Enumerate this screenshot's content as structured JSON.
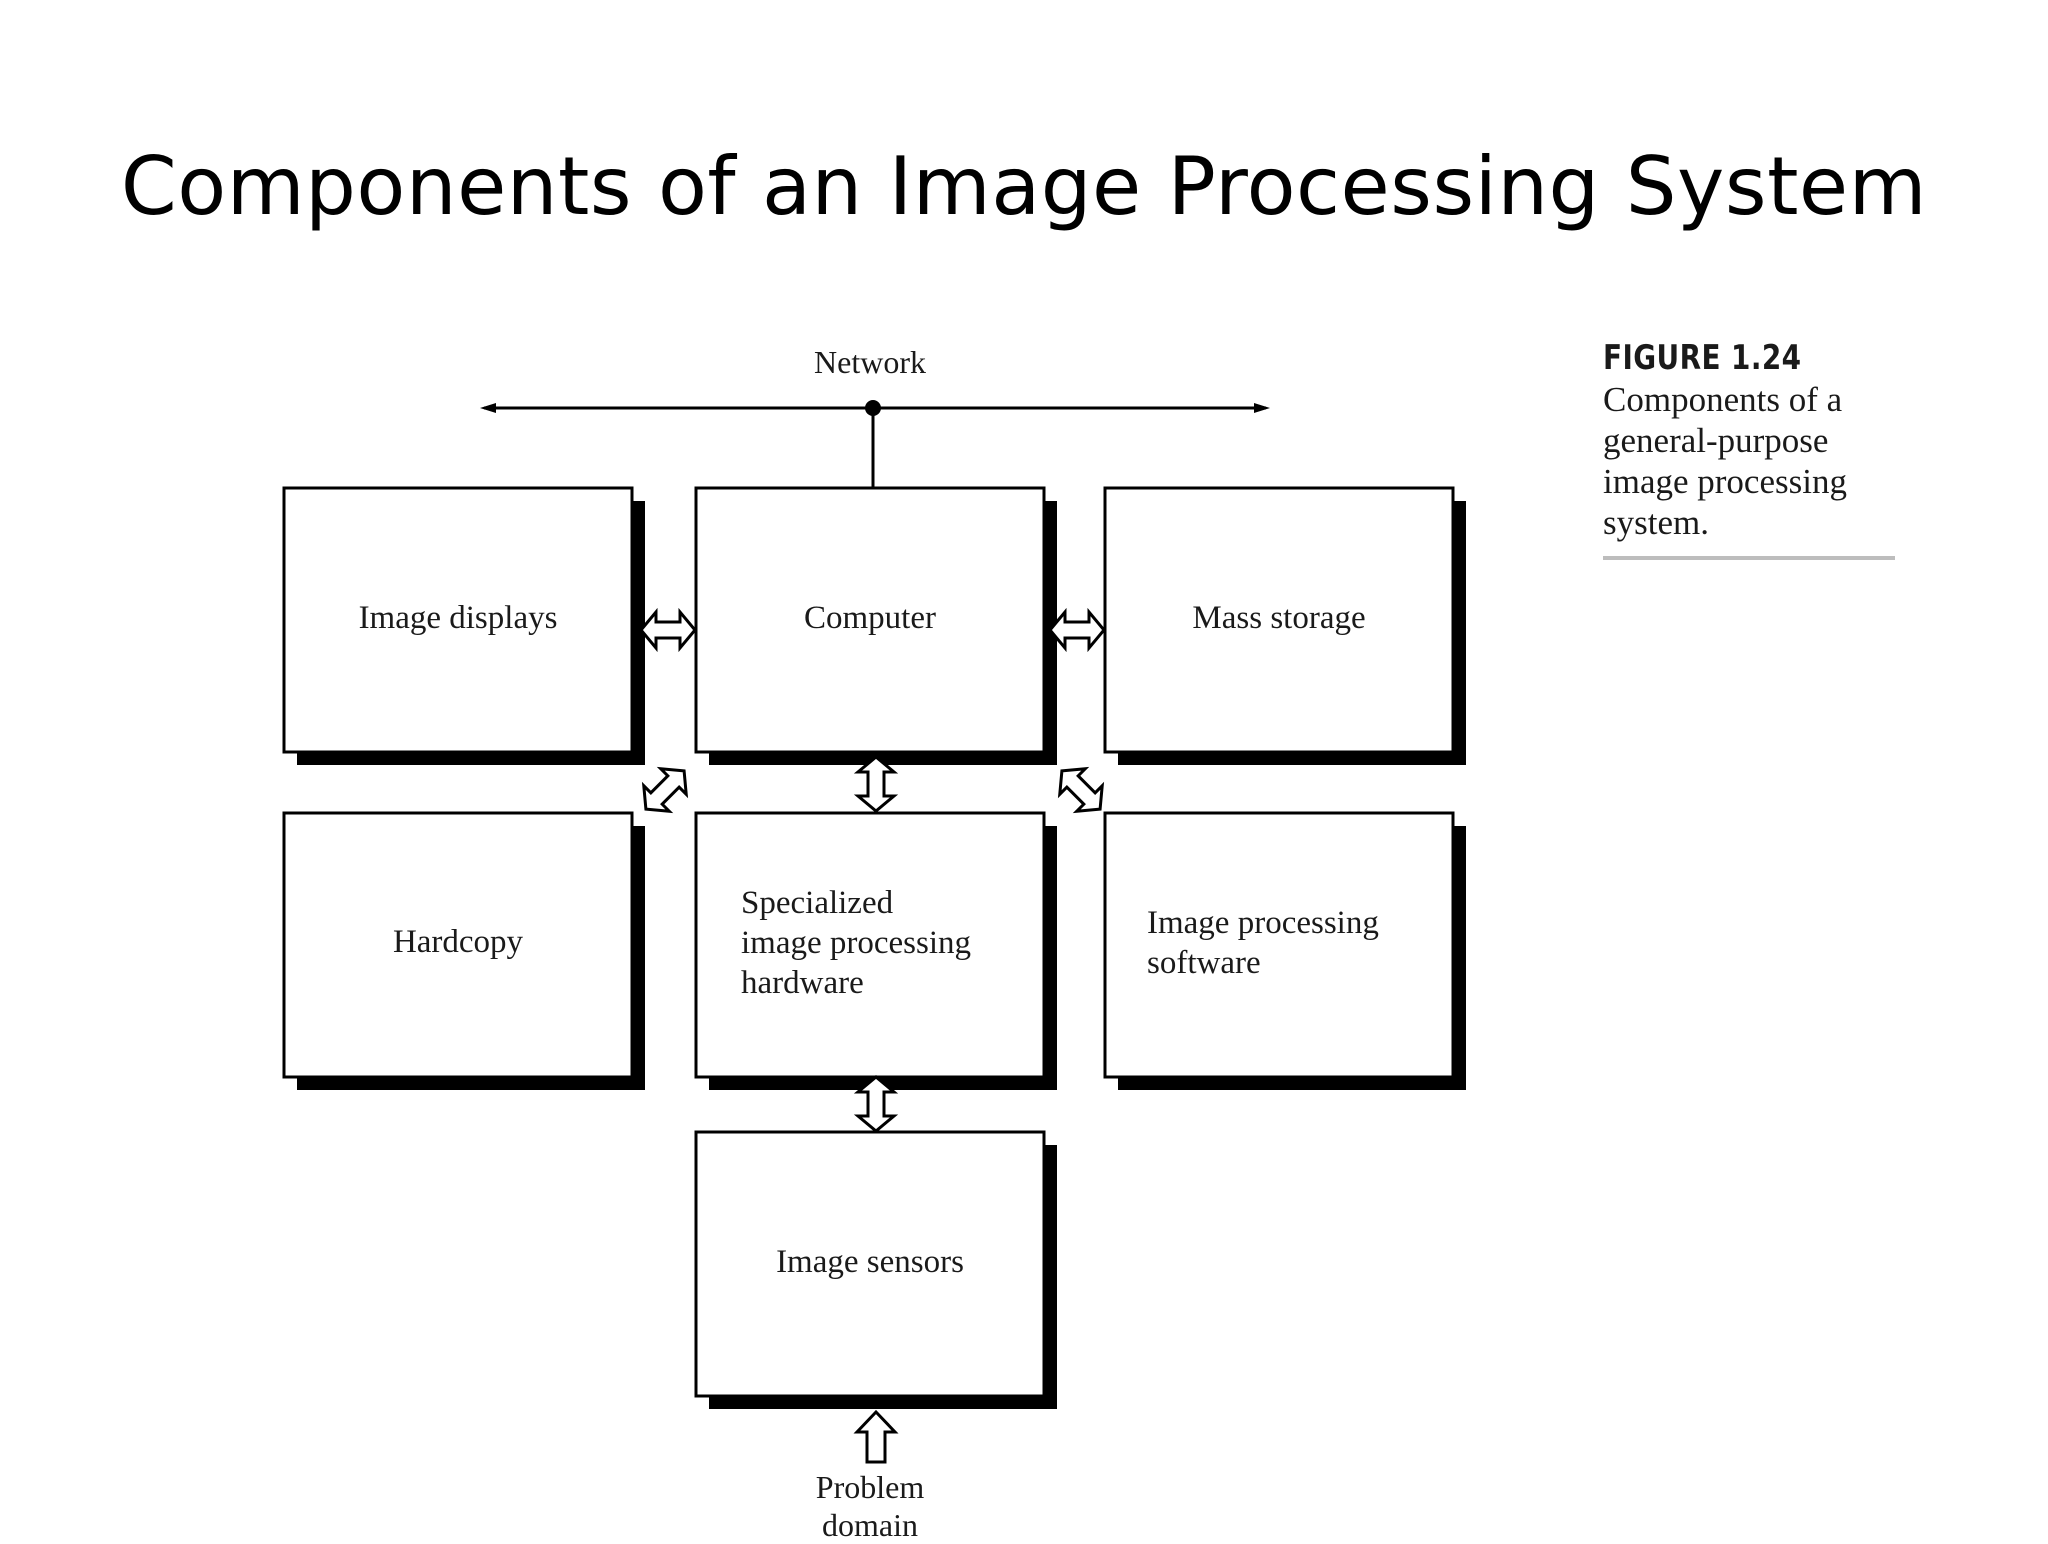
{
  "title": "Components of an Image Processing System",
  "diagram": {
    "network_label": "Network",
    "problem_domain": [
      "Problem",
      "domain"
    ],
    "boxes": {
      "image_displays": "Image displays",
      "computer": "Computer",
      "mass_storage": "Mass storage",
      "hardcopy": "Hardcopy",
      "specialized_hw": [
        "Specialized",
        "image processing",
        "hardware"
      ],
      "ip_software": [
        "Image processing",
        "software"
      ],
      "image_sensors": "Image sensors"
    }
  },
  "caption": {
    "figure": "FIGURE 1.24",
    "lines": [
      "Components of a",
      "general-purpose",
      "image processing",
      "system."
    ]
  }
}
